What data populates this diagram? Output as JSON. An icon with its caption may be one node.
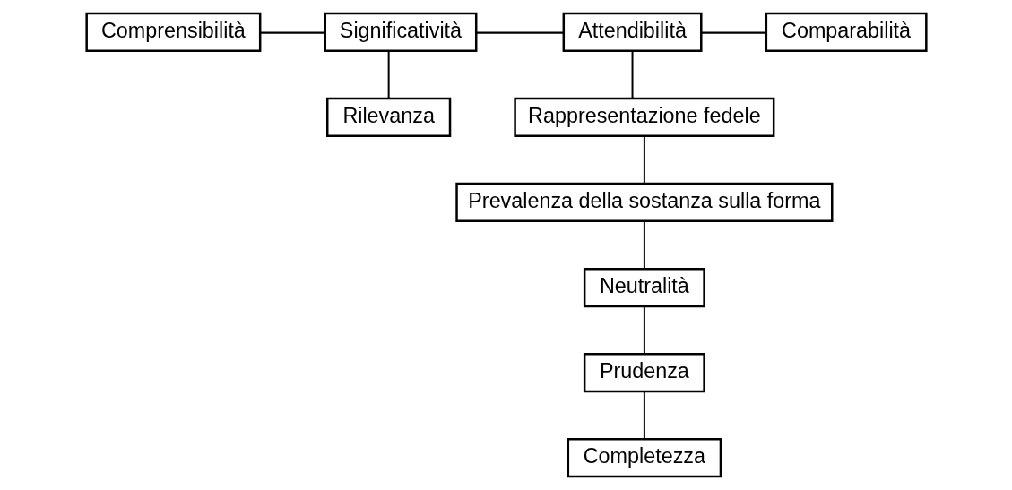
{
  "diagram": {
    "nodes": [
      {
        "text": [
          "Comprensibilità"
        ]
      },
      {
        "text": [
          "Significatività"
        ]
      },
      {
        "text": [
          "Attendibilità"
        ]
      },
      {
        "text": [
          "Comparabilità"
        ]
      },
      {
        "text": [
          "Rilevanza"
        ]
      },
      {
        "text": [
          "Rappresentazione fedele"
        ]
      },
      {
        "text": [
          "Prevalenza della sostanza sulla forma"
        ]
      },
      {
        "text": [
          "Neutralità"
        ]
      },
      {
        "text": [
          "Prudenza"
        ]
      },
      {
        "text": [
          "Completezza"
        ]
      }
    ],
    "edges": [
      {
        "from": 0,
        "to": 1,
        "arrow": "none"
      },
      {
        "from": 1,
        "to": 2,
        "arrow": "none"
      },
      {
        "from": 2,
        "to": 3,
        "arrow": "none"
      },
      {
        "from": 1,
        "to": 4,
        "arrow": "none"
      },
      {
        "from": 2,
        "to": 5,
        "arrow": "none"
      },
      {
        "from": 5,
        "to": 6,
        "arrow": "none"
      },
      {
        "from": 6,
        "to": 7,
        "arrow": "none"
      },
      {
        "from": 7,
        "to": 8,
        "arrow": "none"
      },
      {
        "from": 8,
        "to": 9,
        "arrow": "none"
      }
    ]
  }
}
